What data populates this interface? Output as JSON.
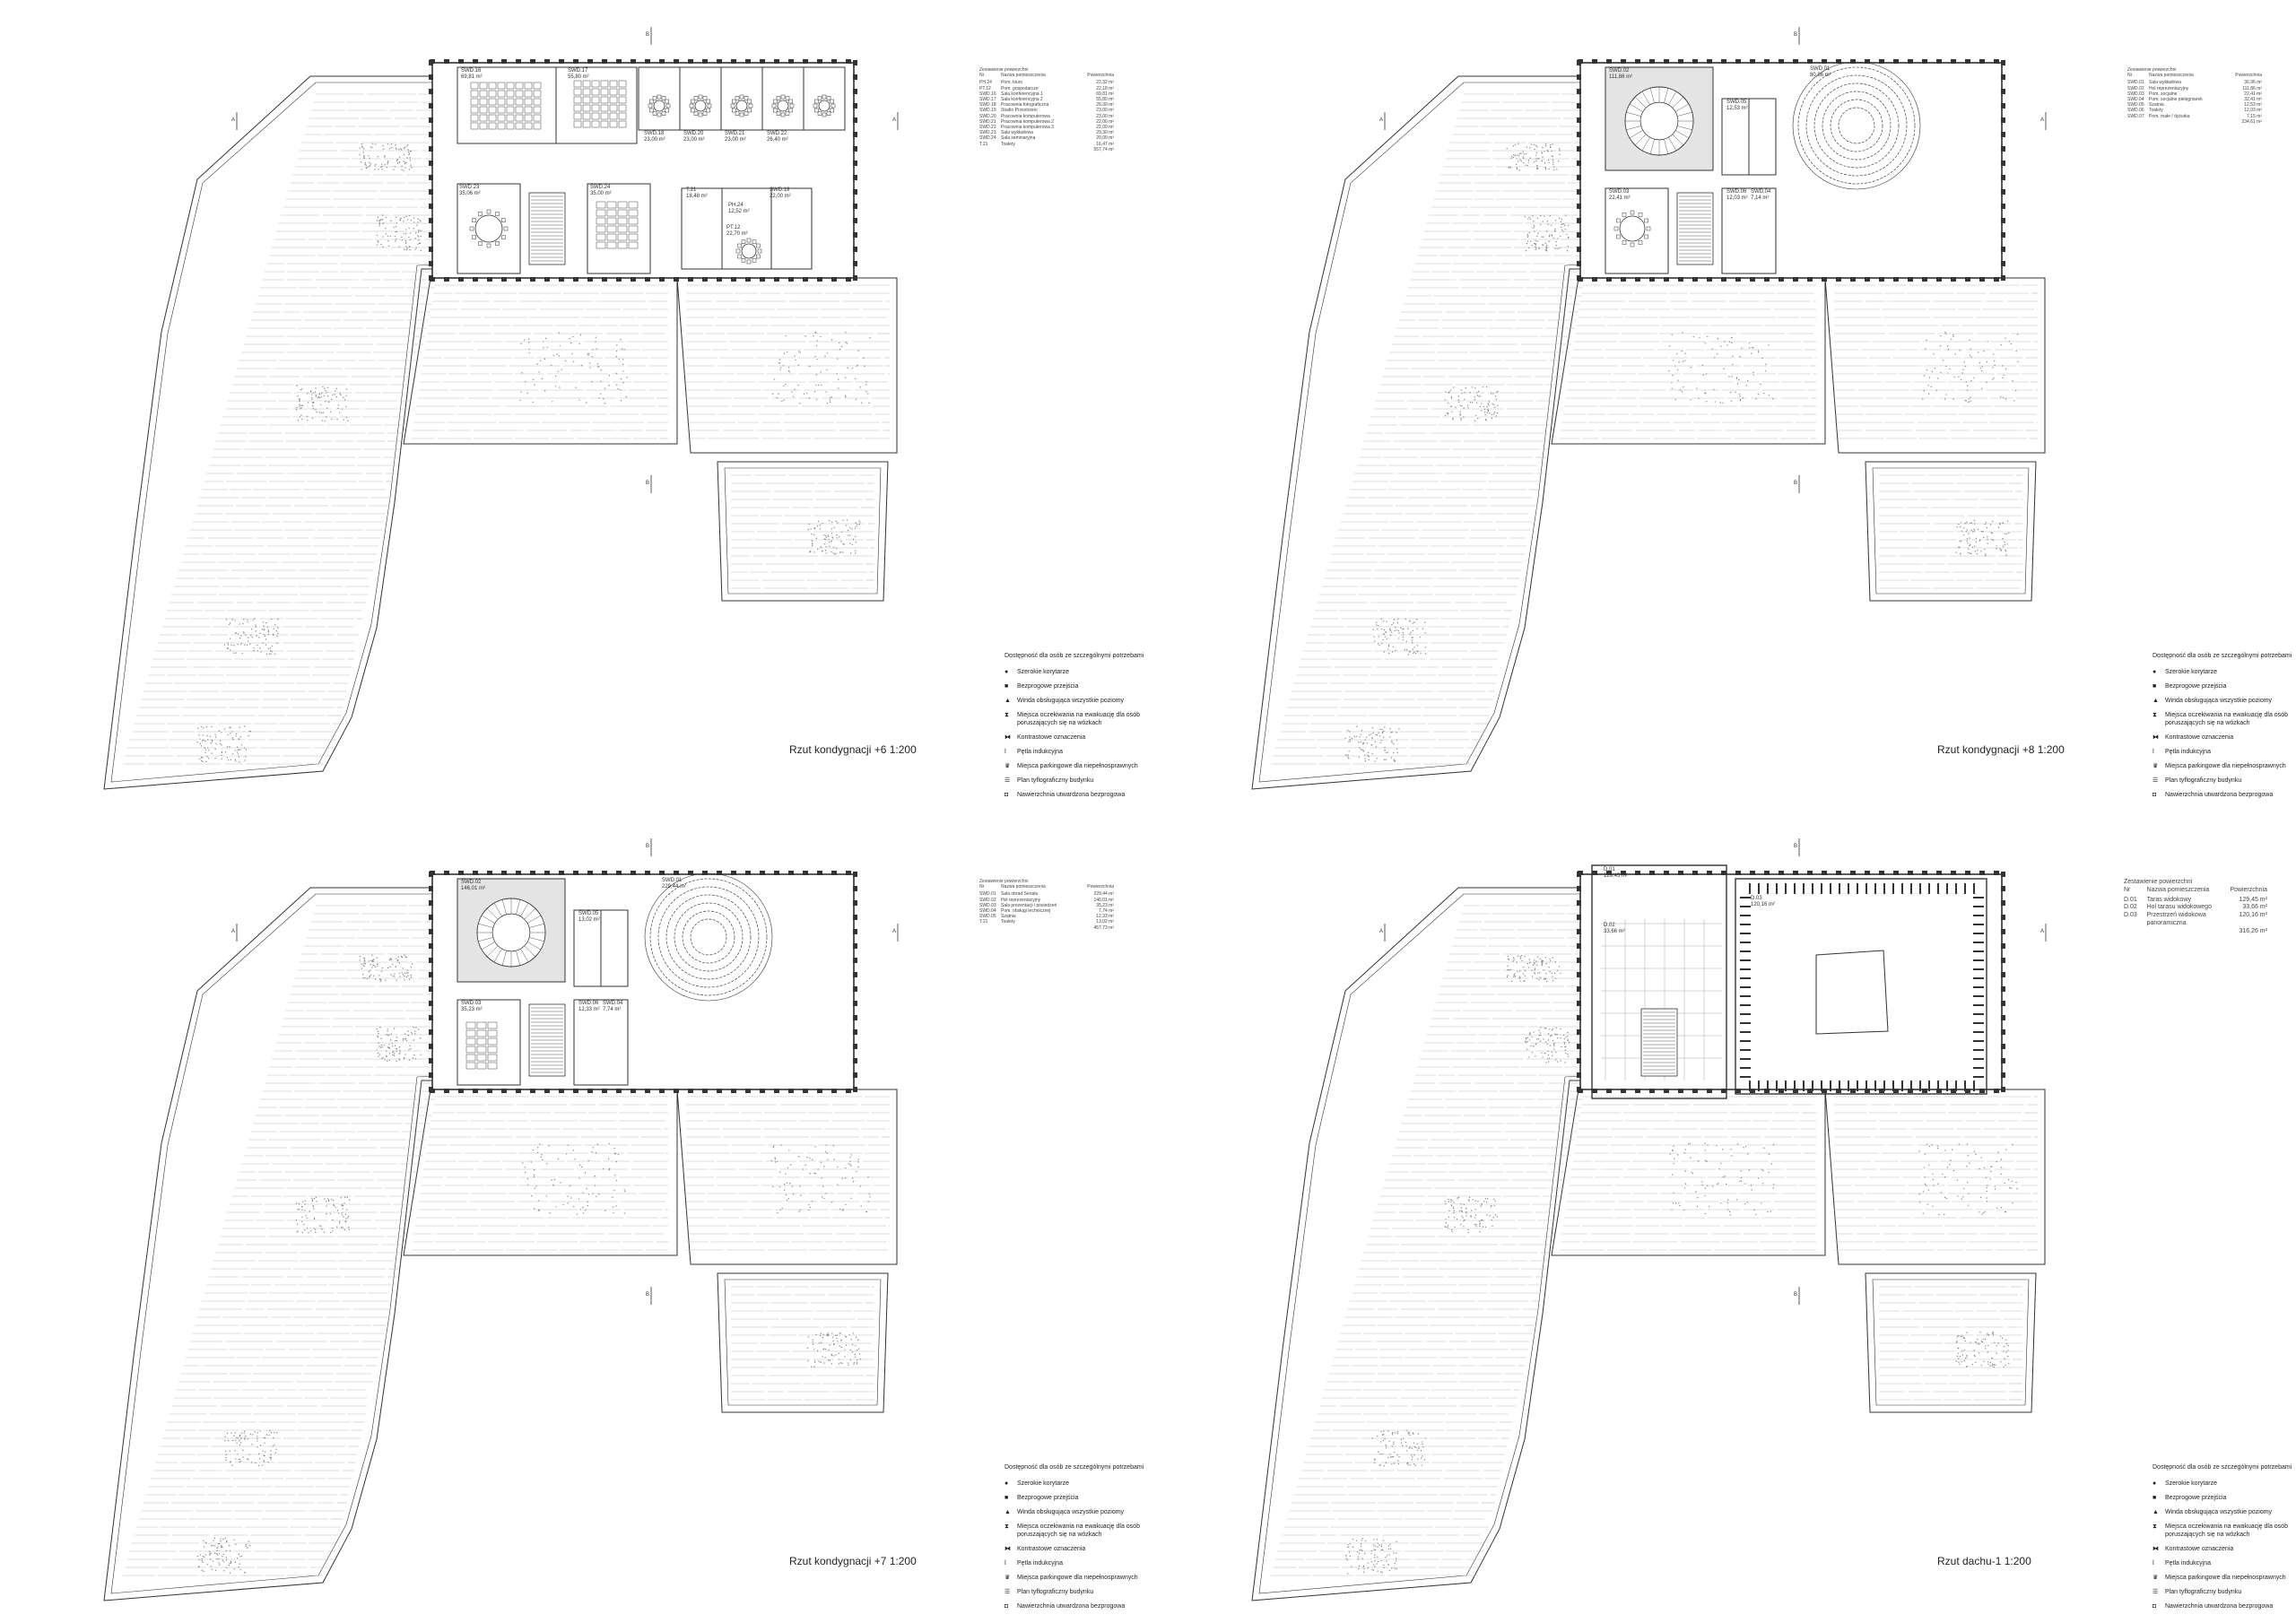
{
  "sheets": [
    {
      "id": "sheet-6",
      "title": "Rzut kondygnacji +6 1:200",
      "area_table": {
        "header": [
          "Nr",
          "Nazwa pomieszczenia",
          "Powierzchnia"
        ],
        "caption": "Zestawienie powierzchni",
        "rows": [
          [
            "PH.24",
            "Pom. biuro",
            "22,32 m²"
          ],
          [
            "PT.12",
            "Pom. gospodarcze",
            "22,18 m²"
          ],
          [
            "SWD.16",
            "Sala konferencyjna 1",
            "69,81 m²"
          ],
          [
            "SWD.17",
            "Sala konferencyjna 2",
            "55,80 m²"
          ],
          [
            "SWD.18",
            "Pracownia fotograficzna",
            "26,30 m²"
          ],
          [
            "SWD.19",
            "Studio Przestrzeni",
            "23,00 m²"
          ],
          [
            "SWD.20",
            "Pracownia komputerowa",
            "23,00 m²"
          ],
          [
            "SWD.21",
            "Pracownia komputerowa 2",
            "22,00 m²"
          ],
          [
            "SWD.22",
            "Pracownia komputerowa 3",
            "22,00 m²"
          ],
          [
            "SWD.23",
            "Sala wykładowa",
            "29,30 m²"
          ],
          [
            "SWD.24",
            "Sala seminaryjna",
            "20,00 m²"
          ],
          [
            "T.21",
            "Toalety",
            "16,47 m²"
          ],
          [
            "",
            "",
            "557,74 m²"
          ]
        ]
      },
      "rooms": [
        {
          "name": "SWD.16",
          "area": "69,81 m²"
        },
        {
          "name": "SWD.17",
          "area": "55,80 m²"
        },
        {
          "name": "SWD.18",
          "area": "23,00 m²"
        },
        {
          "name": "SWD.20",
          "area": "23,00 m²"
        },
        {
          "name": "SWD.21",
          "area": "23,00 m²"
        },
        {
          "name": "SWD.22",
          "area": "26,40 m²"
        },
        {
          "name": "SWD.23",
          "area": "35,06 m²"
        },
        {
          "name": "SWD.24",
          "area": "35,00 m²"
        },
        {
          "name": "T.21",
          "area": "18,48 m²"
        },
        {
          "name": "PT.12",
          "area": "22,70 m²"
        },
        {
          "name": "SWD.19",
          "area": "22,00 m²"
        },
        {
          "name": "PH.24",
          "area": "12,52 m²"
        }
      ]
    },
    {
      "id": "sheet-8",
      "title": "Rzut kondygnacji +8 1:200",
      "area_table": {
        "header": [
          "Nr",
          "Nazwa pomieszczenia",
          "Powierzchnia"
        ],
        "caption": "Zestawienie powierzchni",
        "rows": [
          [
            "SWD.01",
            "Sala wykładowa",
            "36,96 m²"
          ],
          [
            "SWD.02",
            "Hol reprezentacyjny",
            "111,86 m²"
          ],
          [
            "SWD.03",
            "Pom. socjalne",
            "22,41 m²"
          ],
          [
            "SWD.04",
            "Pom. socjalne pielęgniarek",
            "32,41 m²"
          ],
          [
            "SWD.05",
            "Szatnia",
            "12,53 m²"
          ],
          [
            "SWD.06",
            "Toalety",
            "12,03 m²"
          ],
          [
            "SWD.07",
            "Pom. małe / dyżurka",
            "7,15 m²"
          ],
          [
            "",
            "",
            "234,61 m²"
          ]
        ]
      },
      "rooms": [
        {
          "name": "SWD.02",
          "area": "111,86 m²"
        },
        {
          "name": "SWD.05",
          "area": "12,53 m²"
        },
        {
          "name": "SWD.01",
          "area": "80,86 m²"
        },
        {
          "name": "SWD.03",
          "area": "22,41 m²"
        },
        {
          "name": "SWD.06",
          "area": "12,03 m²"
        },
        {
          "name": "SWD.04",
          "area": "7,14 m²"
        }
      ]
    },
    {
      "id": "sheet-7",
      "title": "Rzut kondygnacji +7 1:200",
      "area_table": {
        "header": [
          "Nr",
          "Nazwa pomieszczenia",
          "Powierzchnia"
        ],
        "caption": "Zestawienie powierzchni",
        "rows": [
          [
            "SWD.01",
            "Sala obrad Senatu",
            "229,44 m²"
          ],
          [
            "SWD.02",
            "Hol reprezentacyjny",
            "146,01 m²"
          ],
          [
            "SWD.03",
            "Sala prezentacji i posiedzeń",
            "35,23 m²"
          ],
          [
            "SWD.04",
            "Pom. obsługi technicznej",
            "7,74 m²"
          ],
          [
            "SWD.05",
            "Szatnia",
            "12,33 m²"
          ],
          [
            "T.21",
            "Toalety",
            "13,02 m²"
          ],
          [
            "",
            "",
            "457,73 m²"
          ]
        ]
      },
      "rooms": [
        {
          "name": "SWD.02",
          "area": "146,01 m²"
        },
        {
          "name": "SWD.05",
          "area": "13,02 m²"
        },
        {
          "name": "SWD.01",
          "area": "229,44 m²"
        },
        {
          "name": "SWD.03",
          "area": "35,23 m²"
        },
        {
          "name": "SWD.06",
          "area": "12,33 m²"
        },
        {
          "name": "SWD.04",
          "area": "7,74 m²"
        }
      ]
    },
    {
      "id": "sheet-roof",
      "title": "Rzut dachu-1 1:200",
      "area_table": {
        "header": [
          "Nr",
          "Nazwa pomieszczenia",
          "Powierzchnia"
        ],
        "caption": "Zestawienie powierzchni",
        "rows": [
          [
            "D.01",
            "Taras widokowy",
            "129,45 m²"
          ],
          [
            "D.02",
            "Hol tarasu widokowego",
            "33,66 m²"
          ],
          [
            "D.03",
            "Przestrzeń widokowa panoramiczna",
            "120,16 m²"
          ],
          [
            "",
            "",
            "316,26 m²"
          ]
        ]
      },
      "rooms": [
        {
          "name": "D.01",
          "area": "129,45 m²"
        },
        {
          "name": "D.02",
          "area": "33,66 m²"
        },
        {
          "name": "D.03",
          "area": "120,16 m²"
        }
      ]
    }
  ],
  "legend": {
    "title": "Dostępność dla osób ze szczególnymi potrzebami",
    "items": [
      {
        "icon": "circle-icon",
        "symbol": "●",
        "label": "Szerokie korytarze"
      },
      {
        "icon": "square-icon",
        "symbol": "■",
        "label": "Bezprogowe przejścia"
      },
      {
        "icon": "triangle-icon",
        "symbol": "▲",
        "label": "Winda obsługująca wszystkie poziomy"
      },
      {
        "icon": "hourglass-icon",
        "symbol": "⧗",
        "label": "Miejsca oczekiwania na ewakuację dla osób poruszających się na wózkach"
      },
      {
        "icon": "bowtie-icon",
        "symbol": "⧓",
        "label": "Kontrastowe oznaczenia"
      },
      {
        "icon": "bar-icon",
        "symbol": "ǀ",
        "label": "Pętla indukcyjna"
      },
      {
        "icon": "crown-icon",
        "symbol": "♛",
        "label": "Miejsca parkingowe dla niepełnosprawnych"
      },
      {
        "icon": "lines-icon",
        "symbol": "☰",
        "label": "Plan tyflograficzny budynku"
      },
      {
        "icon": "framed-square-icon",
        "symbol": "◘",
        "label": "Nawierzchnia utwardzona bezprogowa"
      }
    ]
  },
  "section_marks": {
    "north": "B",
    "east": "A",
    "west": "A",
    "south": "B"
  },
  "colors": {
    "line": "#333333",
    "hatch": "#bbbbbb",
    "fill_hall": "#e4e4e4",
    "paper": "#ffffff"
  }
}
